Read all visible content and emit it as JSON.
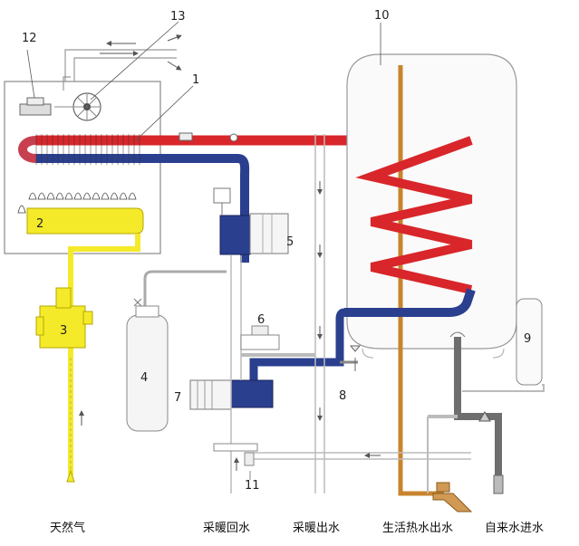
{
  "labels": {
    "n1": "1",
    "n2": "2",
    "n3": "3",
    "n4": "4",
    "n5": "5",
    "n6": "6",
    "n7": "7",
    "n8": "8",
    "n9": "9",
    "n10": "10",
    "n11": "11",
    "n12": "12",
    "n13": "13"
  },
  "captions": {
    "gas": "天然气",
    "heating_return": "采暖回水",
    "heating_supply": "采暖出水",
    "hot_water_out": "生活热水出水",
    "cold_water_in": "自来水进水"
  },
  "colors": {
    "hot": "#d8262a",
    "return": "#2b3f8f",
    "gas": "#f4ea2a",
    "copper": "#c8842c",
    "pipe_light": "#f0f0f0",
    "cold_grey": "#6e6e6e"
  }
}
